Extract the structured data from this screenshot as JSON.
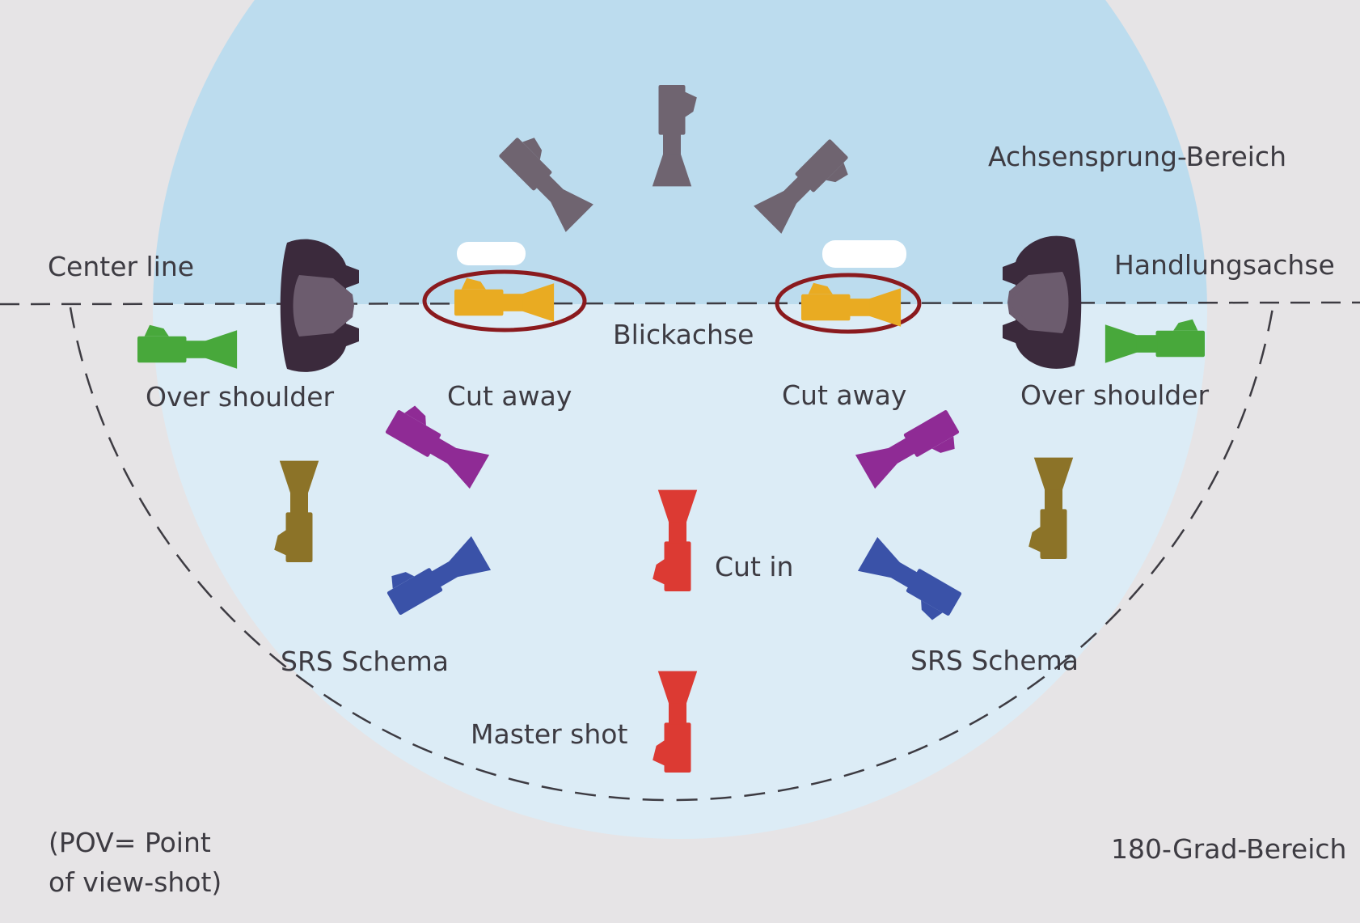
{
  "labels": {
    "achsensprung": "Achsensprung-Bereich",
    "center_line": "Center line",
    "handlungsachse": "Handlungsachse",
    "blickachse": "Blickachse",
    "over_shoulder_left": "Over shoulder",
    "over_shoulder_right": "Over shoulder",
    "cut_away_left": "Cut away",
    "cut_away_right": "Cut away",
    "cut_in": "Cut in",
    "srs_left": "SRS Schema",
    "srs_right": "SRS Schema",
    "master_shot": "Master shot",
    "pov_line1": "(POV= Point",
    "pov_line2": "of view-shot)",
    "grad_180": "180-Grad-Bereich"
  },
  "colors": {
    "background": "#e6e4e6",
    "upper_zone": "#bcdcee",
    "lower_zone": "#dcecf6",
    "actor_outer": "#3b2a3c",
    "actor_inner": "#6c5c6e",
    "camera_grey": "#6f6470",
    "camera_yellow": "#e9ab22",
    "camera_green": "#48a83b",
    "camera_purple": "#8f2b95",
    "camera_olive": "#8c7328",
    "camera_blue": "#3a52a8",
    "camera_red": "#dc3a33",
    "highlight_ring": "#8a1a1e",
    "dashed_line": "#3d3b42"
  },
  "icons": [
    "camera-icon",
    "actor-head-icon"
  ]
}
